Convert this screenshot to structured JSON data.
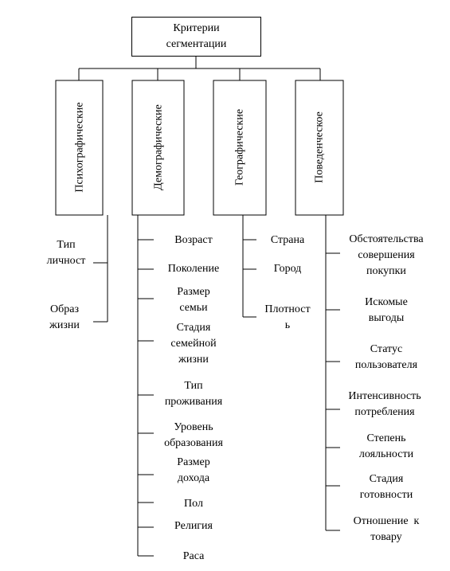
{
  "root": {
    "line1": "Критерии",
    "line2": "сегментации"
  },
  "categories": [
    {
      "label": "Психографические"
    },
    {
      "label": "Демографические"
    },
    {
      "label": "Географические"
    },
    {
      "label": "Поведенческое"
    }
  ],
  "psychographic_items": [
    {
      "line1": "Тип",
      "line2": "личност"
    },
    {
      "line1": "Образ",
      "line2": "жизни"
    }
  ],
  "demographic_items": [
    {
      "line1": "Возраст"
    },
    {
      "line1": "Поколение"
    },
    {
      "line1": "Размер",
      "line2": "семьи"
    },
    {
      "line1": "Стадия",
      "line2": "семейной",
      "line3": "жизни"
    },
    {
      "line1": "Тип",
      "line2": "проживания"
    },
    {
      "line1": "Уровень",
      "line2": "образования"
    },
    {
      "line1": "Размер",
      "line2": "дохода"
    },
    {
      "line1": "Пол"
    },
    {
      "line1": "Религия"
    },
    {
      "line1": "Раса"
    }
  ],
  "geographic_items": [
    {
      "line1": "Страна"
    },
    {
      "line1": "Город"
    },
    {
      "line1": "Плотност",
      "line2": "ь"
    }
  ],
  "behavioral_items": [
    {
      "line1": "Обстоятельства",
      "line2": "совершения",
      "line3": "покупки"
    },
    {
      "line1": "Искомые",
      "line2": "выгоды"
    },
    {
      "line1": "Статус",
      "line2": "пользователя"
    },
    {
      "line1": "Интенсивность",
      "line2": "потребления"
    },
    {
      "line1": "Степень",
      "line2": "лояльности"
    },
    {
      "line1": "Стадия",
      "line2": "готовности"
    },
    {
      "line1": "Отношение  к",
      "line2": "товару"
    }
  ]
}
